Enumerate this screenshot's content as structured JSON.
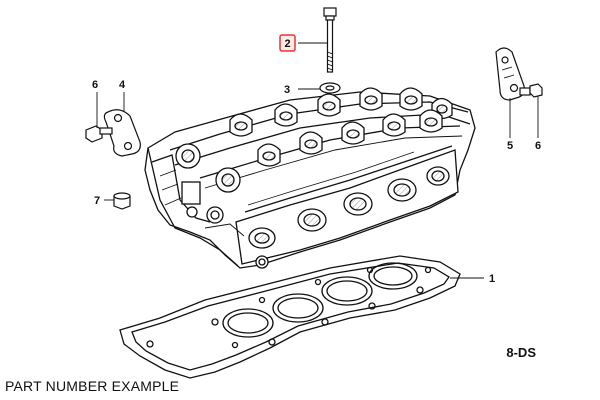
{
  "diagram": {
    "callouts": {
      "c1": "1",
      "c2": "2",
      "c3": "3",
      "c4": "4",
      "c5": "5",
      "c6a": "6",
      "c6b": "6",
      "c7": "7"
    },
    "reference_code": "8-DS",
    "highlight_color": "#e8372c"
  },
  "caption": "PART NUMBER EXAMPLE"
}
